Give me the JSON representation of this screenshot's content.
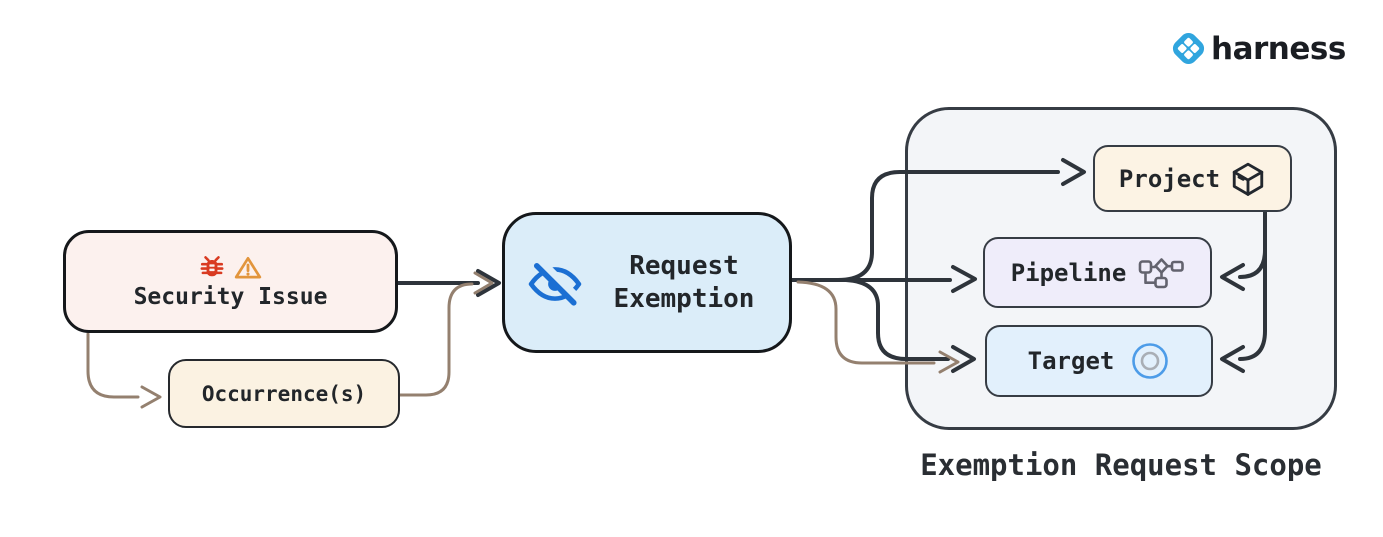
{
  "brand": {
    "name": "harness",
    "mark_color": "#30A5DE",
    "text_color": "#1A1D22"
  },
  "nodes": {
    "security_issue": {
      "label": "Security Issue",
      "fill": "#FCF1EE",
      "icons": [
        "bug-icon",
        "warning-icon"
      ]
    },
    "occurrences": {
      "label": "Occurrence(s)",
      "fill": "#FBF2E2"
    },
    "request_exemption": {
      "label": "Request Exemption",
      "fill": "#DBEDF9",
      "icon": "eye-slash-icon"
    },
    "project": {
      "label": "Project",
      "fill": "#FCF3E4",
      "icon": "package-cube-icon"
    },
    "pipeline": {
      "label": "Pipeline",
      "fill": "#EFEDFA",
      "icon": "pipeline-graph-icon"
    },
    "target": {
      "label": "Target",
      "fill": "#E2F0FC",
      "icon": "target-icon"
    }
  },
  "scope": {
    "label": "Exemption Request Scope",
    "fill": "#F3F5F8"
  },
  "edges": [
    {
      "from": "security_issue",
      "to": "request_exemption",
      "color": "#2E343B"
    },
    {
      "from": "security_issue",
      "to": "occurrences",
      "color": "#94806F"
    },
    {
      "from": "occurrences",
      "to": "request_exemption",
      "color": "#94806F"
    },
    {
      "from": "request_exemption",
      "to": "project",
      "color": "#2E343B"
    },
    {
      "from": "request_exemption",
      "to": "pipeline",
      "color": "#2E343B"
    },
    {
      "from": "request_exemption",
      "to": "target",
      "color": "#2E343B"
    },
    {
      "from": "request_exemption",
      "to": "target",
      "color": "#94806F"
    },
    {
      "from": "project",
      "to": "pipeline",
      "color": "#2E343B"
    },
    {
      "from": "project",
      "to": "target",
      "color": "#2E343B"
    }
  ],
  "colors": {
    "arrow_primary": "#2E343B",
    "arrow_secondary": "#94806F",
    "bug_icon": "#D93B22",
    "warning_icon": "#E2953C",
    "eye_icon": "#1B6FD3",
    "pipeline_icon": "#63636E",
    "target_icon_outer": "#4D9CE8",
    "target_icon_inner": "#A9AEB5"
  }
}
